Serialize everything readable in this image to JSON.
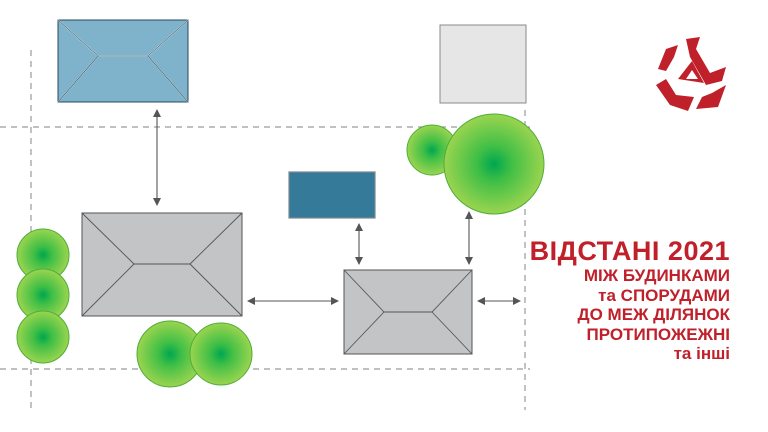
{
  "brand": {
    "logo_name": "red-triangular-logo",
    "color": "#c0202a"
  },
  "colors": {
    "roof_blue_light": "#7fb3cc",
    "roof_blue_dark": "#357a98",
    "roof_gray": "#c2c4c6",
    "box_light_gray": "#e6e6e6",
    "tree_inner": "#00a650",
    "tree_outer": "#8fd14f",
    "dashed_line": "#9a9a9a",
    "arrow": "#555555"
  },
  "title": {
    "main": "ВІДСТАНІ 2021",
    "lines": [
      "МІЖ БУДИНКАМИ",
      "та СПОРУДАМИ",
      "ДО МЕЖ ДІЛЯНОК",
      "ПРОТИПОЖЕЖНІ",
      "та інші"
    ]
  }
}
